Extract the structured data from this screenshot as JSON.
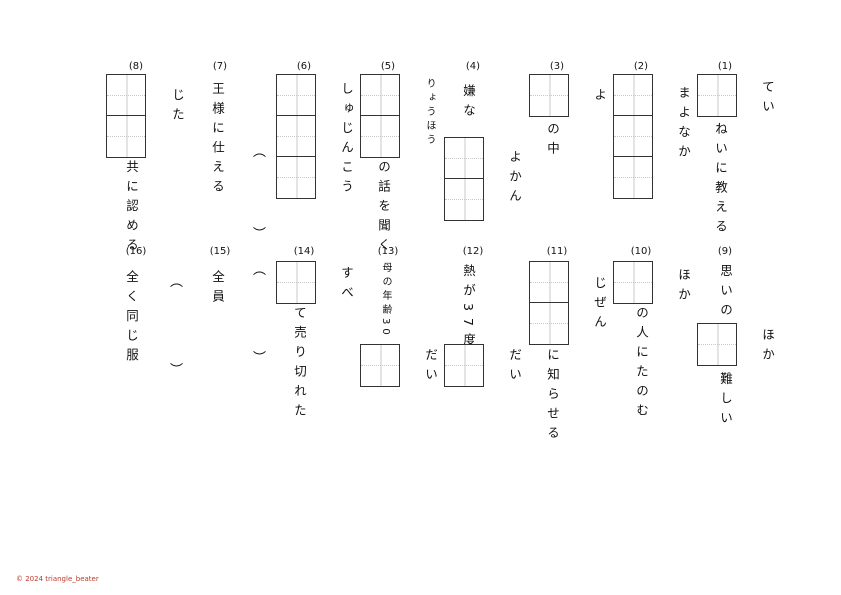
{
  "questions": {
    "q1": {
      "num": "(1)",
      "top": "てい",
      "rest": "ねいに教える"
    },
    "q2": {
      "num": "(2)",
      "rest": "まよなか"
    },
    "q3": {
      "num": "(3)",
      "side": "よ",
      "rest": "の中"
    },
    "q4": {
      "num": "(4)",
      "pre": "嫌な",
      "side": "よかん"
    },
    "q5": {
      "num": "(5)",
      "side": "りょうほう",
      "rest": "の話を聞く"
    },
    "q6": {
      "num": "(6)",
      "side": "しゅじんこう"
    },
    "q7": {
      "num": "(7)",
      "text": "王様に仕える"
    },
    "q8": {
      "num": "(8)",
      "side": "じた",
      "rest": "共に認める"
    },
    "q9": {
      "num": "(9)",
      "pre": "思いの",
      "side": "ほか",
      "rest": "難しい"
    },
    "q10": {
      "num": "(10)",
      "side": "ほか",
      "rest": "の人にたのむ"
    },
    "q11": {
      "num": "(11)",
      "side": "じぜん",
      "rest": "に知らせる"
    },
    "q12": {
      "num": "(12)",
      "pre": "熱が37度",
      "side": "だい"
    },
    "q13": {
      "num": "(13)",
      "pre": "母の年齢30",
      "side": "だい"
    },
    "q14": {
      "num": "(14)",
      "side": "すべ",
      "rest": "て売り切れた"
    },
    "q15": {
      "num": "(15)",
      "text": "全員"
    },
    "q16": {
      "num": "(16)",
      "text": "全く同じ服"
    }
  },
  "parens": {
    "open": "︵",
    "close": "︶"
  },
  "copyright": "© 2024 triangle_beater"
}
